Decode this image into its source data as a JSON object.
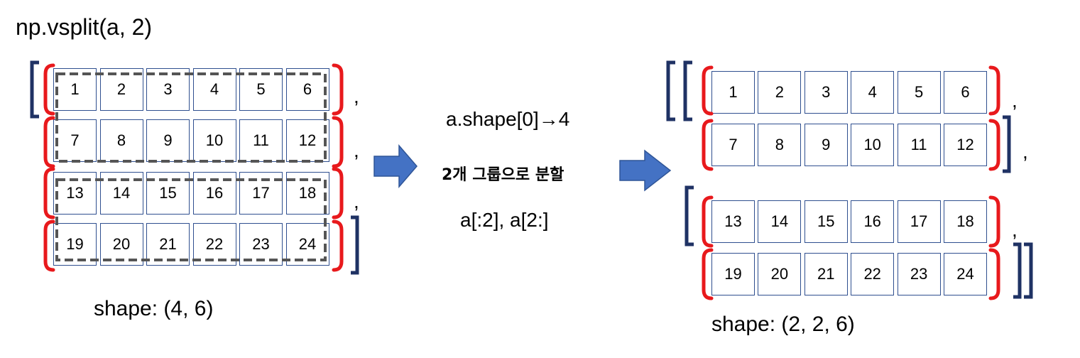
{
  "title": "np.vsplit(a, 2)",
  "left_rows": [
    [
      "1",
      "2",
      "3",
      "4",
      "5",
      "6"
    ],
    [
      "7",
      "8",
      "9",
      "10",
      "11",
      "12"
    ],
    [
      "13",
      "14",
      "15",
      "16",
      "17",
      "18"
    ],
    [
      "19",
      "20",
      "21",
      "22",
      "23",
      "24"
    ]
  ],
  "left_shape": "shape: (4, 6)",
  "middle": {
    "line1": "a.shape[0]→4",
    "line2": "2개 그룹으로 분할",
    "line3": "a[:2], a[2:]"
  },
  "right_groups": [
    [
      [
        "1",
        "2",
        "3",
        "4",
        "5",
        "6"
      ],
      [
        "7",
        "8",
        "9",
        "10",
        "11",
        "12"
      ]
    ],
    [
      [
        "13",
        "14",
        "15",
        "16",
        "17",
        "18"
      ],
      [
        "19",
        "20",
        "21",
        "22",
        "23",
        "24"
      ]
    ]
  ],
  "right_shape": "shape: (2, 2, 6)",
  "comma": ",",
  "colors": {
    "cell_border": "#2f4f8f",
    "row_bracket": "#e8191c",
    "outer_bracket": "#1f3264",
    "dashed": "#555555",
    "arrow": "#4472c4"
  }
}
